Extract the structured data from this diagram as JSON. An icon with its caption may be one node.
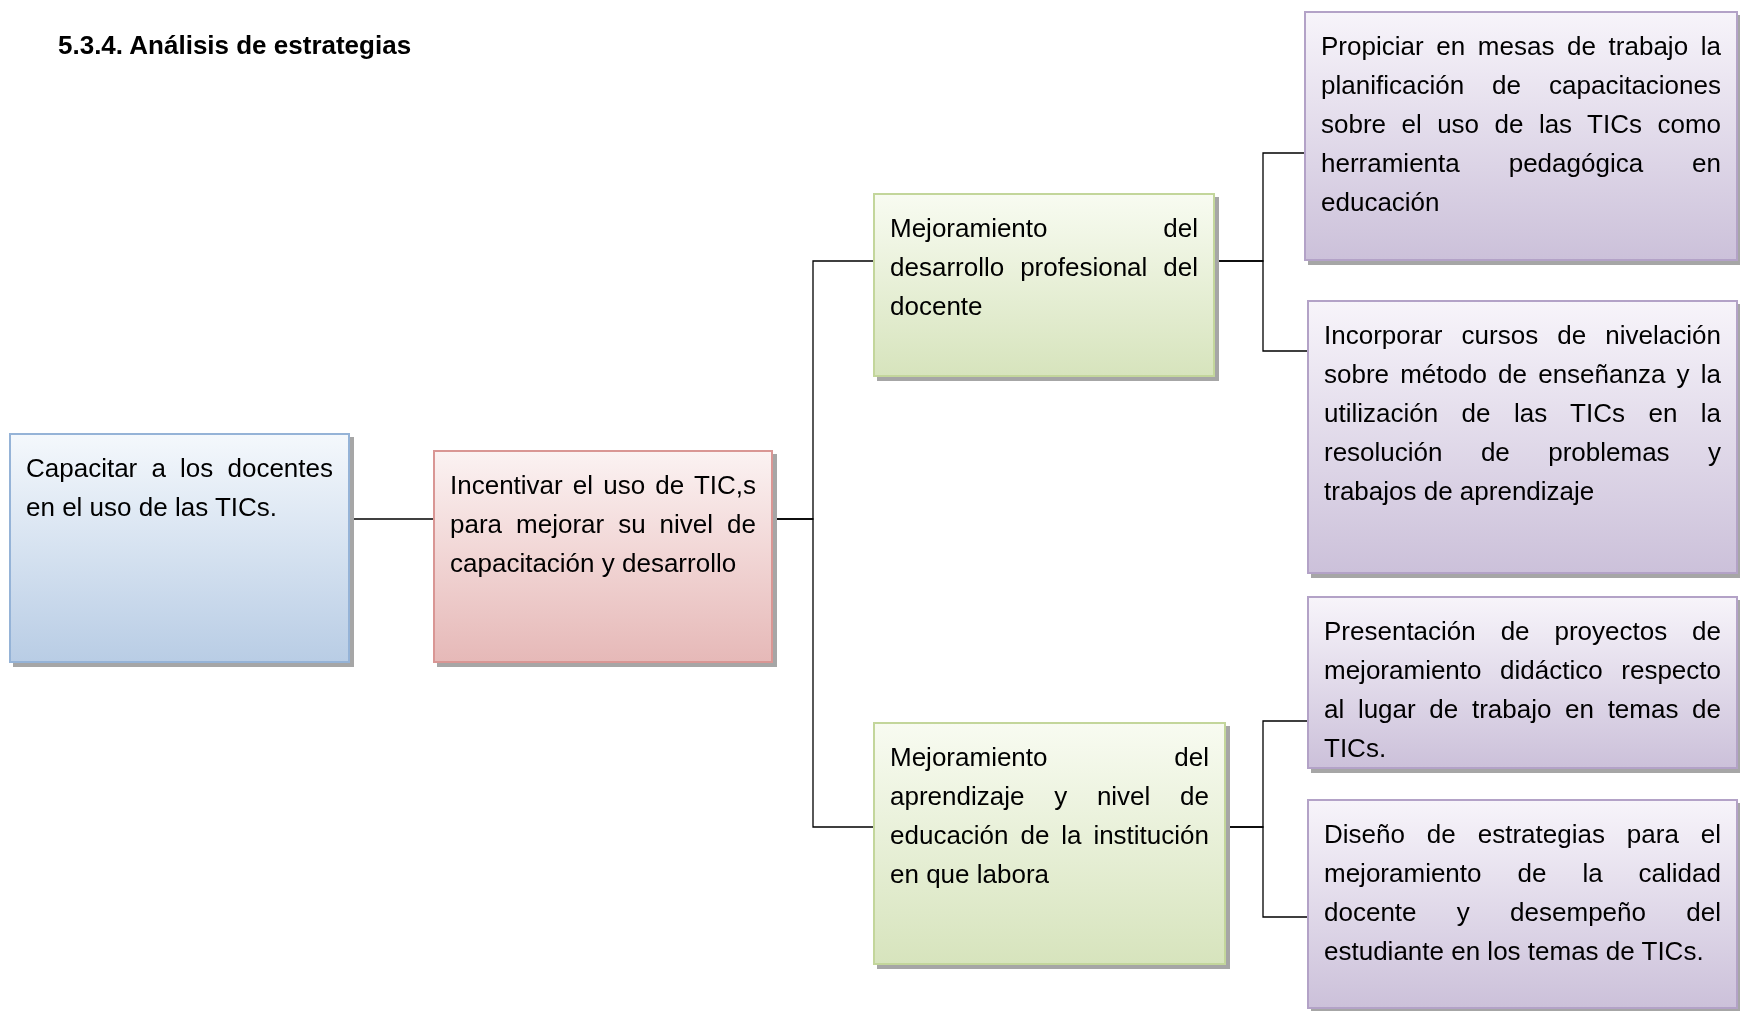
{
  "diagram": {
    "title": "5.3.4.  Análisis de estrategias",
    "nodes": [
      {
        "text": [
          "Capacitar a los docentes en el uso de las TICs."
        ]
      },
      {
        "text": [
          "Incentivar el uso de TIC,s para mejorar su nivel de capacitación y desarrollo"
        ]
      },
      {
        "text": [
          "Mejoramiento del desarrollo profesional del docente"
        ]
      },
      {
        "text": [
          "Mejoramiento del aprendizaje y nivel de educación de la institución en que labora"
        ]
      },
      {
        "text": [
          "Propiciar en mesas de trabajo la planificación de capacitaciones sobre el uso de las  TICs como herramienta pedagógica en educación"
        ]
      },
      {
        "text": [
          "Incorporar cursos de nivelación sobre método de enseñanza y la utilización de las TICs en la resolución de problemas y trabajos de  aprendizaje"
        ]
      },
      {
        "text": [
          "Presentación de proyectos de mejoramiento didáctico respecto al lugar de trabajo en temas de TICs."
        ]
      },
      {
        "text": [
          "Diseño de estrategias para el mejoramiento de la calidad docente y desempeño del estudiante en los temas  de TICs."
        ]
      }
    ],
    "edges": [
      {
        "from": 0,
        "to": 1,
        "arrow": "none"
      },
      {
        "from": 1,
        "to": 2,
        "arrow": "none"
      },
      {
        "from": 1,
        "to": 3,
        "arrow": "none"
      },
      {
        "from": 2,
        "to": 4,
        "arrow": "none"
      },
      {
        "from": 2,
        "to": 5,
        "arrow": "none"
      },
      {
        "from": 3,
        "to": 6,
        "arrow": "none"
      },
      {
        "from": 3,
        "to": 7,
        "arrow": "none"
      }
    ]
  }
}
